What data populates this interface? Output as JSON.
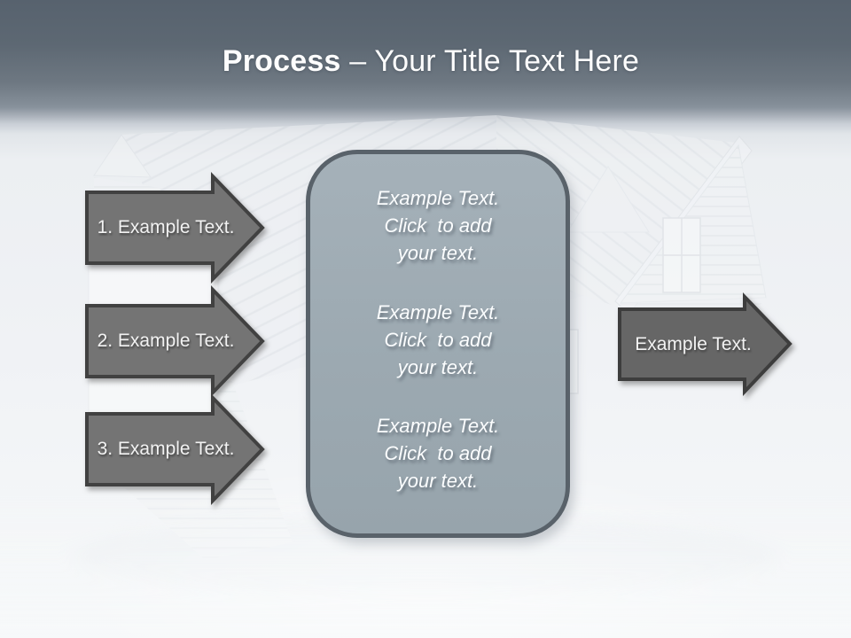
{
  "slide": {
    "title": {
      "bold": "Process",
      "rest": " – Your Title Text Here"
    },
    "steps": [
      {
        "label": "1. Example Text."
      },
      {
        "label": "2. Example Text."
      },
      {
        "label": "3. Example Text."
      }
    ],
    "output_arrow": {
      "label": "Example Text."
    },
    "panel": {
      "blocks": [
        "Example Text.\nClick  to add\nyour text.",
        "Example Text.\nClick  to add\nyour text.",
        "Example Text.\nClick  to add\nyour text."
      ]
    },
    "colors": {
      "header_gradient_top": "#57626e",
      "background_light": "#f1f3f6",
      "step_arrow_fill": "#747474",
      "step_arrow_border": "#414141",
      "output_arrow_fill": "#666666",
      "output_arrow_border": "#3d3d3d",
      "panel_fill": "#9ca9b1",
      "panel_border": "#59626a",
      "title_text": "#fdfdfd",
      "arrow_label_text": "#f2f2f2"
    }
  }
}
